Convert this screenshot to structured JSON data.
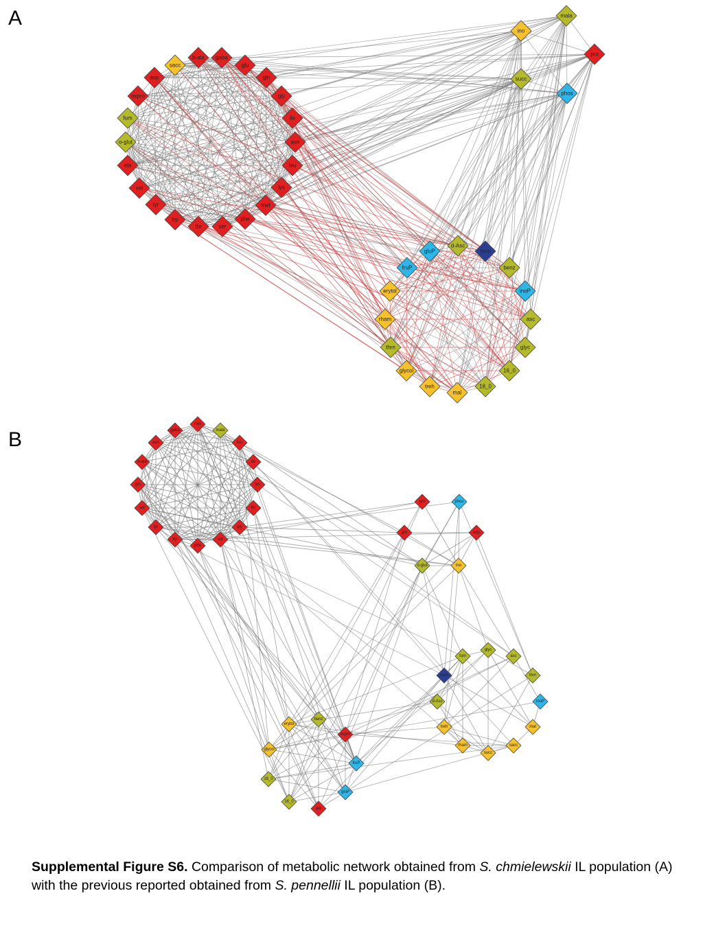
{
  "panels": {
    "a": {
      "letter": "A"
    },
    "b": {
      "letter": "B"
    }
  },
  "colors": {
    "red": "#e02020",
    "olive": "#b5ba2b",
    "orange": "#f5c12d",
    "cyan": "#2fb6e9",
    "navy": "#2a3f93",
    "edge_gray": "#7a7a7a",
    "edge_red": "#d23a3a"
  },
  "network_a": {
    "nodes": [
      {
        "id": "b-ala",
        "color": "red"
      },
      {
        "id": "gaba",
        "color": "red"
      },
      {
        "id": "glu",
        "color": "red"
      },
      {
        "id": "gln",
        "color": "red"
      },
      {
        "id": "gly",
        "color": "red"
      },
      {
        "id": "ile",
        "color": "red"
      },
      {
        "id": "asn",
        "color": "red"
      },
      {
        "id": "leu",
        "color": "red"
      },
      {
        "id": "lys",
        "color": "red"
      },
      {
        "id": "met",
        "color": "red"
      },
      {
        "id": "phe",
        "color": "red"
      },
      {
        "id": "ser",
        "color": "red"
      },
      {
        "id": "thr",
        "color": "red"
      },
      {
        "id": "trp",
        "color": "red"
      },
      {
        "id": "tyr",
        "color": "red"
      },
      {
        "id": "val",
        "color": "red"
      },
      {
        "id": "ala",
        "color": "red"
      },
      {
        "id": "o-glut",
        "color": "olive"
      },
      {
        "id": "fum",
        "color": "olive"
      },
      {
        "id": "oxpro",
        "color": "red"
      },
      {
        "id": "asp",
        "color": "red"
      },
      {
        "id": "sacc",
        "color": "orange"
      },
      {
        "id": "mala",
        "color": "olive"
      },
      {
        "id": "ino",
        "color": "orange"
      },
      {
        "id": "pro",
        "color": "red"
      },
      {
        "id": "succ",
        "color": "olive"
      },
      {
        "id": "phos",
        "color": "cyan"
      },
      {
        "id": "d-Asc",
        "color": "olive"
      },
      {
        "id": "toco",
        "color": "navy"
      },
      {
        "id": "benz",
        "color": "olive"
      },
      {
        "id": "inoP",
        "color": "cyan"
      },
      {
        "id": "asc",
        "color": "olive"
      },
      {
        "id": "glyc",
        "color": "olive"
      },
      {
        "id": "16_0",
        "color": "olive"
      },
      {
        "id": "18_0",
        "color": "olive"
      },
      {
        "id": "mal",
        "color": "orange"
      },
      {
        "id": "treh",
        "color": "orange"
      },
      {
        "id": "glycol",
        "color": "orange"
      },
      {
        "id": "thrn",
        "color": "olive"
      },
      {
        "id": "rham",
        "color": "orange"
      },
      {
        "id": "erytol",
        "color": "orange"
      },
      {
        "id": "fruP",
        "color": "cyan"
      },
      {
        "id": "gluP",
        "color": "cyan"
      }
    ]
  },
  "network_b": {
    "nodes": [
      {
        "id": "gaba",
        "color": "red"
      },
      {
        "id": "met",
        "color": "red"
      },
      {
        "id": "mala",
        "color": "olive"
      },
      {
        "id": "leu",
        "color": "red"
      },
      {
        "id": "ile",
        "color": "red"
      },
      {
        "id": "lys",
        "color": "red"
      },
      {
        "id": "thr",
        "color": "red"
      },
      {
        "id": "gly",
        "color": "red"
      },
      {
        "id": "ser",
        "color": "red"
      },
      {
        "id": "phe",
        "color": "red"
      },
      {
        "id": "trp",
        "color": "red"
      },
      {
        "id": "tyr",
        "color": "red"
      },
      {
        "id": "val",
        "color": "red"
      },
      {
        "id": "gln",
        "color": "red"
      },
      {
        "id": "b-ala",
        "color": "red"
      },
      {
        "id": "asn",
        "color": "red"
      },
      {
        "id": "pro",
        "color": "red"
      },
      {
        "id": "phos",
        "color": "cyan"
      },
      {
        "id": "glu",
        "color": "red"
      },
      {
        "id": "asp",
        "color": "red"
      },
      {
        "id": "o-glut",
        "color": "olive"
      },
      {
        "id": "ino",
        "color": "orange"
      },
      {
        "id": "fum",
        "color": "olive"
      },
      {
        "id": "glyc",
        "color": "olive"
      },
      {
        "id": "asc",
        "color": "olive"
      },
      {
        "id": "thrn",
        "color": "olive"
      },
      {
        "id": "toco",
        "color": "navy"
      },
      {
        "id": "d-Asc",
        "color": "olive"
      },
      {
        "id": "inoP",
        "color": "cyan"
      },
      {
        "id": "treh",
        "color": "orange"
      },
      {
        "id": "mal",
        "color": "orange"
      },
      {
        "id": "rham",
        "color": "orange"
      },
      {
        "id": "sacc",
        "color": "orange"
      },
      {
        "id": "succ",
        "color": "orange"
      },
      {
        "id": "erytol",
        "color": "orange"
      },
      {
        "id": "benz",
        "color": "olive"
      },
      {
        "id": "oxpro",
        "color": "red"
      },
      {
        "id": "glycol",
        "color": "orange"
      },
      {
        "id": "18_0",
        "color": "olive"
      },
      {
        "id": "16_0",
        "color": "olive"
      },
      {
        "id": "ala",
        "color": "red"
      },
      {
        "id": "fruP",
        "color": "cyan"
      },
      {
        "id": "gluP",
        "color": "cyan"
      }
    ]
  },
  "caption": {
    "label": "Supplemental Figure S6.",
    "text1": " Comparison of metabolic network obtained from ",
    "species1": "S. chmielewskii",
    "text2": " IL population (A) with the previous reported obtained from ",
    "species2": "S. pennellii",
    "text3": " IL population (B)."
  }
}
